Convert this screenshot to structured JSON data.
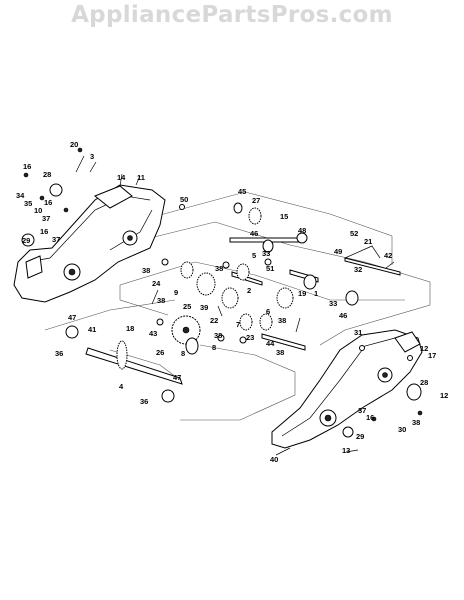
{
  "watermark": "AppliancePartsPros.com",
  "labels": {
    "l1": "1",
    "l2": "2",
    "l3": "3",
    "l4": "4",
    "l5": "5",
    "l6": "6",
    "l7": "7",
    "l8a": "8",
    "l8b": "8",
    "l9": "9",
    "l10": "10",
    "l11": "11",
    "l12": "12",
    "l12b": "12",
    "l13": "13",
    "l14": "14",
    "l15": "15",
    "l16a": "16",
    "l16b": "16",
    "l16c": "16",
    "l16d": "16",
    "l17": "17",
    "l18": "18",
    "l19": "19",
    "l20": "20",
    "l21": "21",
    "l22": "22",
    "l23": "23",
    "l24": "24",
    "l25": "25",
    "l26": "26",
    "l27": "27",
    "l28a": "28",
    "l28b": "28",
    "l29a": "29",
    "l29b": "29",
    "l30": "30",
    "l31": "31",
    "l32": "32",
    "l33a": "33",
    "l33b": "33",
    "l34": "34",
    "l35": "35",
    "l36a": "36",
    "l36b": "36",
    "l37a": "37",
    "l37b": "37",
    "l37c": "37",
    "l38a": "38",
    "l38b": "38",
    "l38c": "38",
    "l38d": "38",
    "l38e": "38",
    "l38f": "38",
    "l38g": "38",
    "l39": "39",
    "l40": "40",
    "l41": "41",
    "l42": "42",
    "l43": "43",
    "l44": "44",
    "l45": "45",
    "l46a": "46",
    "l46b": "46",
    "l47a": "47",
    "l47b": "47",
    "l48": "48",
    "l49": "49",
    "l50": "50",
    "l51": "51",
    "l52": "52"
  }
}
